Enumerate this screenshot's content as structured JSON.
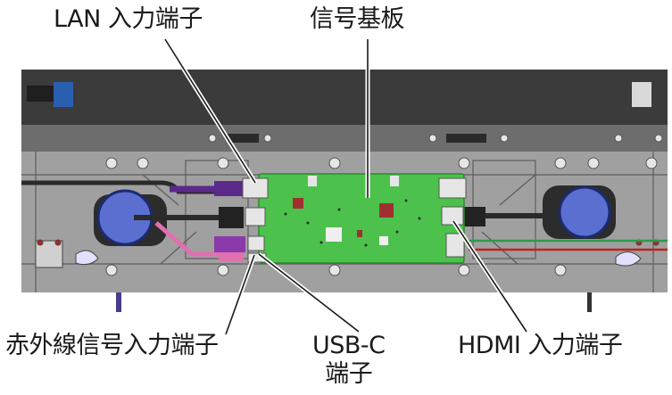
{
  "labels": {
    "lan": "LAN 入力端子",
    "signal_board": "信号基板",
    "ir": "赤外線信号入力端子",
    "usb_line1": "USB-C",
    "usb_line2": "端子",
    "hdmi": "HDMI 入力端子"
  },
  "colors": {
    "panel_dark": "#3a3a3a",
    "chassis": "#9a9a9a",
    "board_green": "#4cc24c",
    "speaker_blue": "#5a6fd0",
    "lan_cable": "#5a2a8a",
    "ir_cable": "#e070b0",
    "hdmi_wire_green": "#2a9a4a",
    "hdmi_wire_red": "#c02020"
  }
}
